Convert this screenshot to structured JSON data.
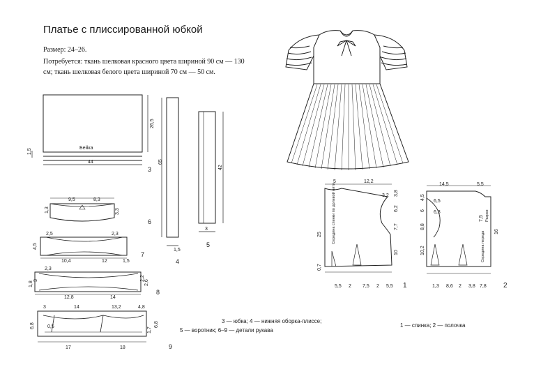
{
  "page": {
    "title": "Платье с плиссированной юбкой",
    "size_label": "Размер: 24–26.",
    "materials": "Потребуется: ткань шелковая красного цвета шириной 90 см — 130 см; ткань шелковая белого цвета шириной 70 см — 50 см."
  },
  "legends": {
    "left_line1": "3 — юбка; 4 — нижняя оборка-плиссе;",
    "left_line2": "5 — воротник; 6–9 — детали рукава",
    "right": "1 — спинка; 2 — полочка"
  },
  "pieces": {
    "skirt": {
      "label": "Бейка",
      "width": "44",
      "height": "26,5",
      "band": "1,5",
      "number": "3"
    },
    "ruffle": {
      "length": "65",
      "width": "1,5",
      "number": "4"
    },
    "collar": {
      "length": "42",
      "width": "3",
      "number": "5"
    },
    "sleeve6": {
      "d1": "9,5",
      "d2": "8,3",
      "left": "1,3",
      "right": "3,3",
      "number": "6"
    },
    "sleeve7": {
      "top1": "2,5",
      "top2": "2,3",
      "side": "4,5",
      "w1": "10,4",
      "w2": "12",
      "corner": "1,5",
      "number": "7"
    },
    "sleeve8": {
      "top": "2,3",
      "left": "1,8",
      "left2": "3",
      "right": "2,2",
      "right2": "2,6",
      "w1": "12,8",
      "w2": "14",
      "number": "8"
    },
    "sleeve9": {
      "t1": "3",
      "t2": "14",
      "t3": "13,2",
      "t4": "4,8",
      "side": "6,8",
      "in": "0,5",
      "r1": "1,7",
      "r2": "6,8",
      "b1": "17",
      "b2": "18",
      "number": "9"
    },
    "back": {
      "top1": "5",
      "top2": "12,2",
      "shoulder": "3,8",
      "a1": "3,2",
      "a2": "6,2",
      "side": "25",
      "mid": "7,7",
      "lower": "10",
      "hem": "0,7",
      "b1": "5,5",
      "b2": "2",
      "b3": "7,5",
      "b4": "2",
      "b5": "5,5",
      "fold": "Середина спинки по долевой нити",
      "number": "1"
    },
    "front": {
      "top1": "14,5",
      "top2": "5,5",
      "shoulder": "4,5",
      "a1": "6,5",
      "a2": "6,3",
      "neck": "6",
      "side": "8,8",
      "lower": "10,2",
      "c1": "7,5",
      "c2": "16",
      "b1": "1,3",
      "b2": "8,6",
      "b3": "2",
      "b4": "3,8",
      "b5": "7,8",
      "fold": "Середина переда",
      "slit": "Разрез",
      "number": "2"
    }
  }
}
